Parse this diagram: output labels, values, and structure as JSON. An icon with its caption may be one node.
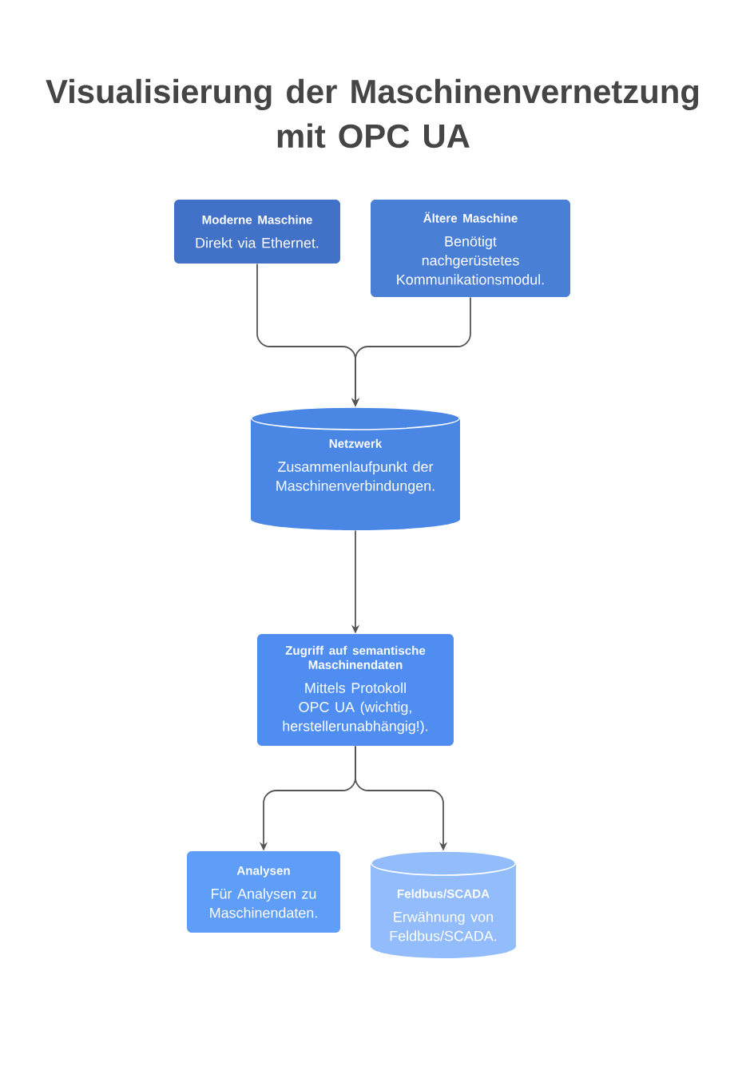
{
  "diagram": {
    "title": "Visualisierung der Maschinenvernetzung mit OPC UA",
    "nodes": [
      {
        "text": [
          "Moderne Maschine",
          "Direkt via Ethernet."
        ]
      },
      {
        "text": [
          "Ältere Maschine",
          "Benötigt nachgerüstetes Kommunikationsmodul."
        ]
      },
      {
        "text": [
          "Netzwerk",
          "Zusammenlaufpunkt der Maschinenverbindungen."
        ]
      },
      {
        "text": [
          "Zugriff auf semantische Maschinendaten",
          "Mittels Protokoll OPC UA (wichtig, herstellerunabhängig!)."
        ]
      },
      {
        "text": [
          "Analysen",
          "Für Analysen zu Maschinendaten."
        ]
      },
      {
        "text": [
          "Feldbus/SCADA",
          "Erwähnung von Feldbus/SCADA."
        ]
      }
    ],
    "edges": [
      {
        "from": 0,
        "to": 2,
        "arrow": "to"
      },
      {
        "from": 1,
        "to": 2,
        "arrow": "to"
      },
      {
        "from": 2,
        "to": 3,
        "arrow": "to"
      },
      {
        "from": 3,
        "to": 4,
        "arrow": "to"
      },
      {
        "from": 3,
        "to": 5,
        "arrow": "to"
      }
    ]
  }
}
